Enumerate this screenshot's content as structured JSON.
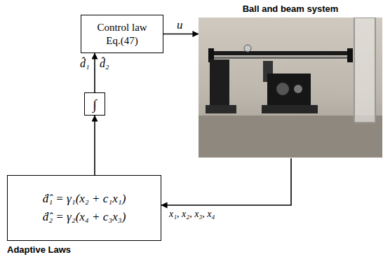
{
  "diagram": {
    "nodes": [
      {
        "text": [
          "Control law",
          "Eq.(47)"
        ]
      },
      {
        "text": [
          "Ball and beam system"
        ]
      },
      {
        "text": [
          "∫"
        ]
      },
      {
        "text": [
          "ḋ̂₁ = γ₁(x₂ + c₁x₁)",
          "ḋ̂₂ = γ₂(x₄ + c₃x₃)",
          "Adaptive Laws"
        ]
      }
    ],
    "edges": [
      {
        "from": 0,
        "to": 1,
        "arrow": "to",
        "label": "u"
      },
      {
        "from": 2,
        "to": 0,
        "arrow": "to"
      },
      {
        "from": 3,
        "to": 2,
        "arrow": "to"
      },
      {
        "from": 1,
        "to": 3,
        "arrow": "to",
        "label": "x₁, x₂, x₃, x₄"
      }
    ],
    "labels": [
      "d̂₁",
      "d̂₂"
    ]
  }
}
